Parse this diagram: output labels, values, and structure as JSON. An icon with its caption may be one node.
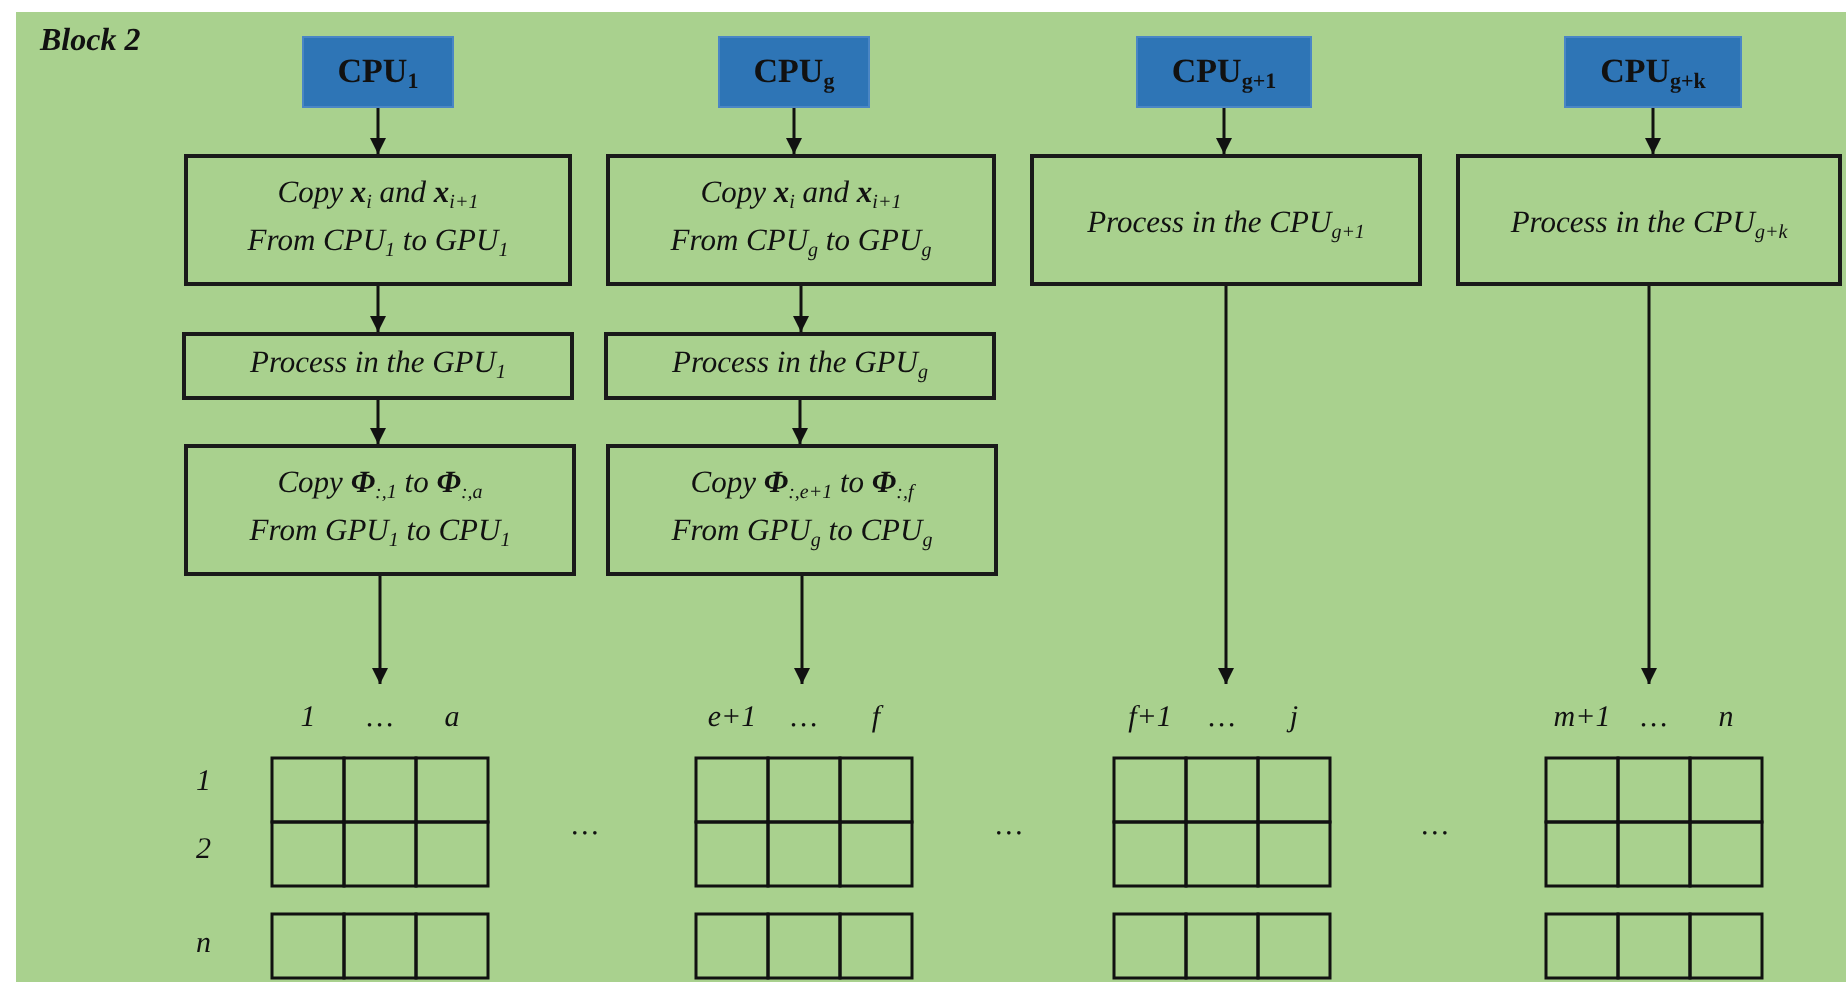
{
  "diagram": {
    "nodes": [
      {
        "text": [
          "Block 2"
        ]
      },
      {
        "text": [
          "CPU$_{1}$"
        ],
        "in": 0
      },
      {
        "text": [
          "Copy **x**$_{i}$ and **x**$_{i+1}$",
          "From CPU$_{1}$ to GPU$_{1}$"
        ],
        "in": 0
      },
      {
        "text": [
          "Process in the GPU$_{1}$"
        ],
        "in": 0
      },
      {
        "text": [
          "Copy **Φ**$_{:,1}$ to **Φ**$_{:,a}$",
          "From GPU$_{1}$ to CPU$_{1}$"
        ],
        "in": 0
      },
      {
        "text": [
          "CPU$_{g}$"
        ],
        "in": 0
      },
      {
        "text": [
          "Copy **x**$_{i}$ and **x**$_{i+1}$",
          "From CPU$_{g}$ to GPU$_{g}$"
        ],
        "in": 0
      },
      {
        "text": [
          "Process in the GPU$_{g}$"
        ],
        "in": 0
      },
      {
        "text": [
          "Copy **Φ**$_{:,e+1}$ to **Φ**$_{:,f}$",
          "From GPU$_{g}$ to CPU$_{g}$"
        ],
        "in": 0
      },
      {
        "text": [
          "CPU$_{g+1}$"
        ],
        "in": 0
      },
      {
        "text": [
          "Process in the CPU$_{g+1}$"
        ],
        "in": 0
      },
      {
        "text": [
          "CPU$_{g+k}$"
        ],
        "in": 0
      },
      {
        "text": [
          "Process in the CPU$_{g+k}$"
        ],
        "in": 0
      },
      {
        "text": [
          "1",
          "…",
          "a"
        ],
        "in": 0
      },
      {
        "text": [
          "e+1",
          "…",
          "f"
        ],
        "in": 0
      },
      {
        "text": [
          "f+1",
          "…",
          "j"
        ],
        "in": 0
      },
      {
        "text": [
          "m+1",
          "…",
          "n"
        ],
        "in": 0
      }
    ],
    "edges": [
      {
        "from": 1,
        "to": 2,
        "arrow": "to"
      },
      {
        "from": 2,
        "to": 3,
        "arrow": "to"
      },
      {
        "from": 3,
        "to": 4,
        "arrow": "to"
      },
      {
        "from": 4,
        "to": 13,
        "arrow": "to"
      },
      {
        "from": 5,
        "to": 6,
        "arrow": "to"
      },
      {
        "from": 6,
        "to": 7,
        "arrow": "to"
      },
      {
        "from": 7,
        "to": 8,
        "arrow": "to"
      },
      {
        "from": 8,
        "to": 14,
        "arrow": "to"
      },
      {
        "from": 9,
        "to": 10,
        "arrow": "to"
      },
      {
        "from": 10,
        "to": 15,
        "arrow": "to"
      },
      {
        "from": 11,
        "to": 12,
        "arrow": "to"
      },
      {
        "from": 12,
        "to": 16,
        "arrow": "to"
      }
    ],
    "labels": [
      "1",
      "2",
      "n",
      "…",
      "…",
      "…"
    ]
  }
}
